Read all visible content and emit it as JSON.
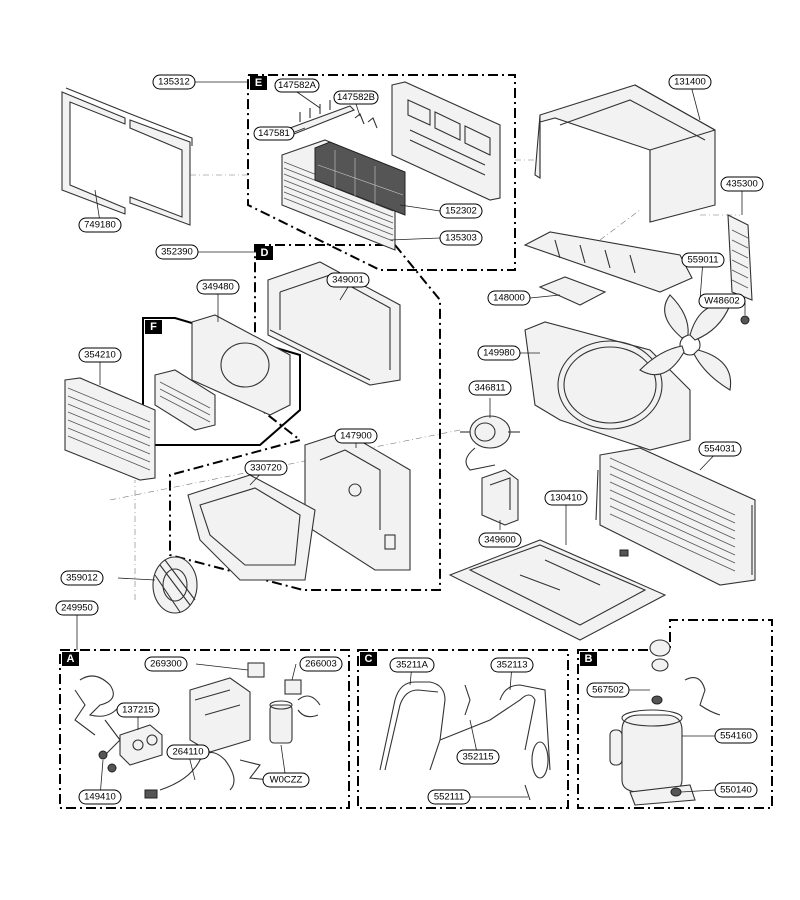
{
  "callouts": {
    "p135312": "135312",
    "p147582a": "147582A",
    "p147582b": "147582B",
    "p147581": "147581",
    "p152302": "152302",
    "p135303": "135303",
    "p749180": "749180",
    "p131400": "131400",
    "p435300": "435300",
    "p559011": "559011",
    "w48602": "W48602",
    "p352390": "352390",
    "p349001": "349001",
    "p349480": "349480",
    "p148000": "148000",
    "p149980": "149980",
    "p354210": "354210",
    "p346811": "346811",
    "p147900": "147900",
    "p330720": "330720",
    "p554031": "554031",
    "p130410": "130410",
    "p349600": "349600",
    "p359012": "359012",
    "p249950": "249950",
    "p269300": "269300",
    "p266003": "266003",
    "p137215": "137215",
    "p264110": "264110",
    "w0czz": "W0CZZ",
    "p149410": "149410",
    "p35211a": "35211A",
    "p352113": "352113",
    "p352115": "352115",
    "p552111": "552111",
    "p567502": "567502",
    "p554160": "554160",
    "p550140": "550140"
  },
  "groups": {
    "a": "A",
    "b": "B",
    "c": "C",
    "d": "D",
    "e": "E",
    "f": "F"
  }
}
